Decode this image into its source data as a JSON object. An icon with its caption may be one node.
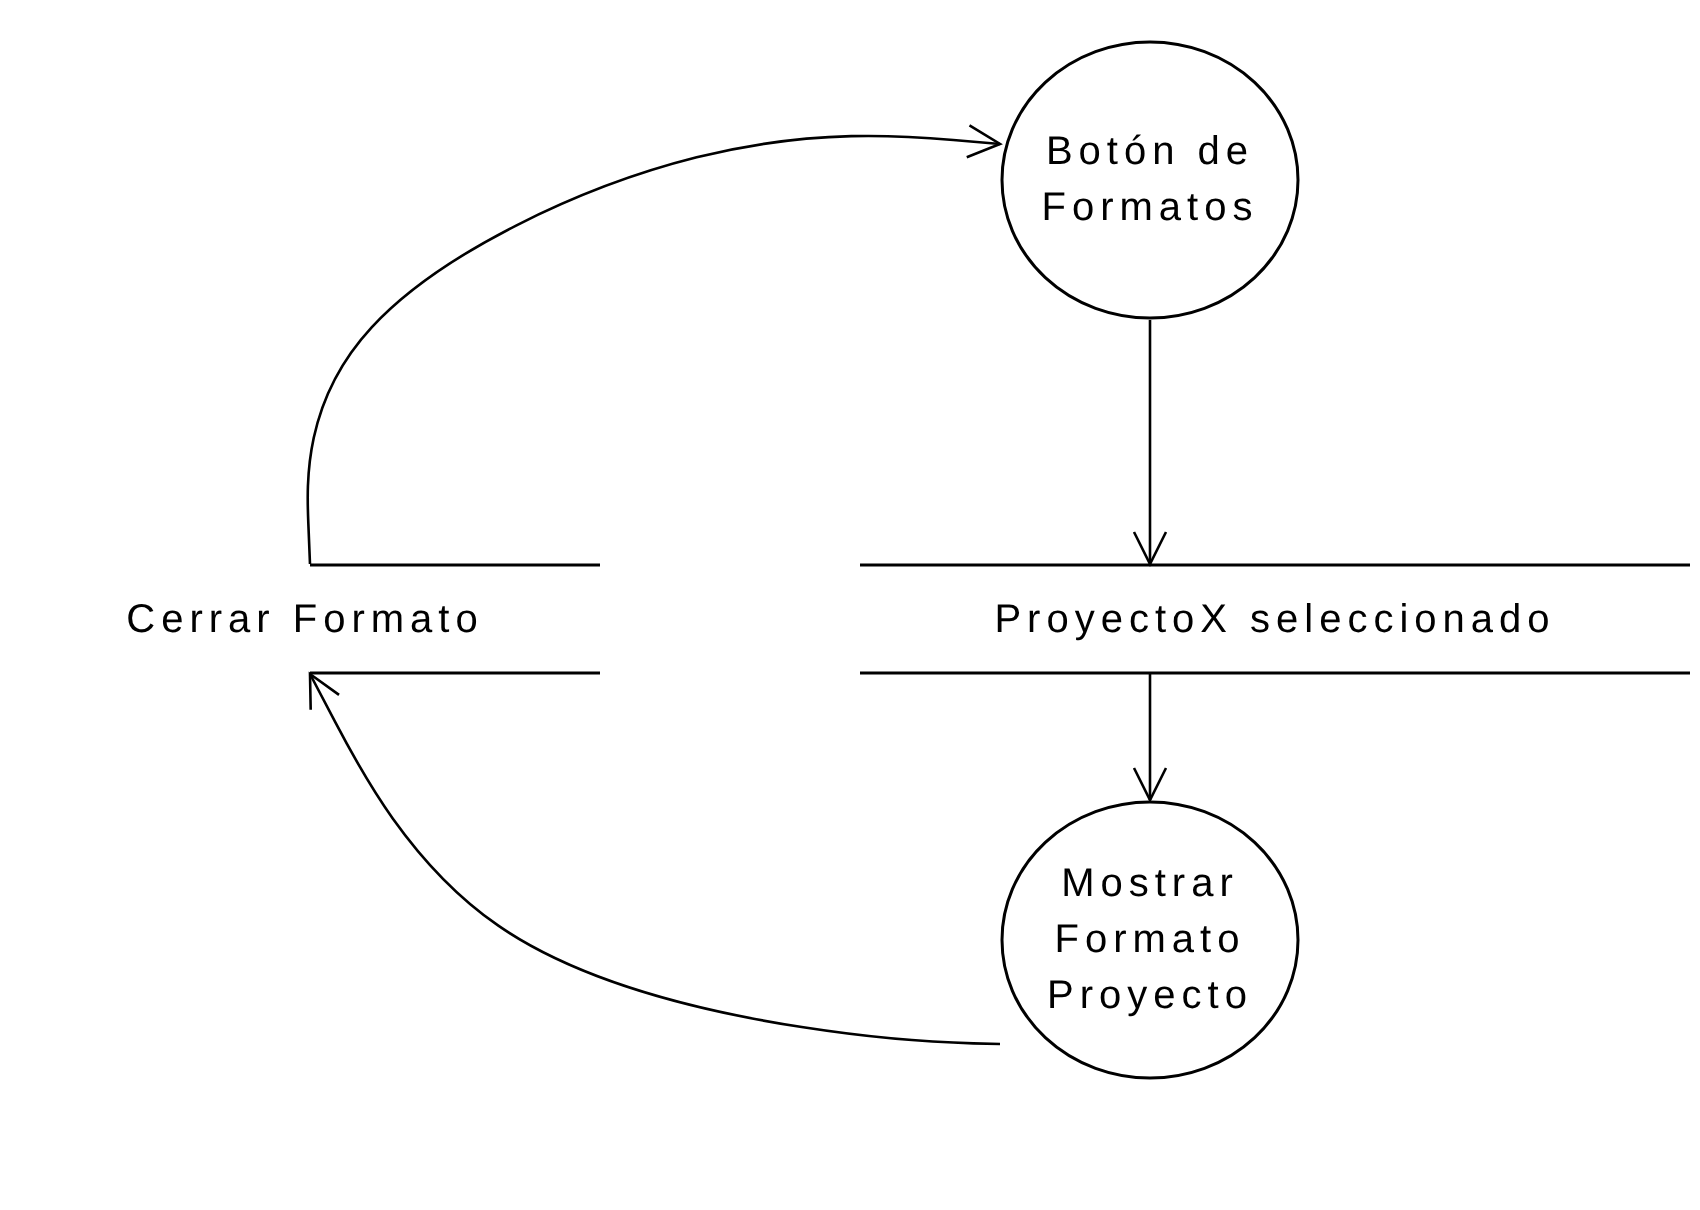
{
  "diagram": {
    "nodes": [
      {
        "text": [
          "Botón de Formatos"
        ]
      },
      {
        "text": [
          "Cerrar Formato"
        ]
      },
      {
        "text": [
          "ProyectoX seleccionado"
        ]
      },
      {
        "text": [
          "Mostrar Formato Proyecto"
        ]
      }
    ],
    "edges": [
      {
        "from": 0,
        "to": 2,
        "arrow": "to"
      },
      {
        "from": 2,
        "to": 3,
        "arrow": "to"
      },
      {
        "from": 3,
        "to": 1,
        "arrow": "to"
      },
      {
        "from": 1,
        "to": 0,
        "arrow": "to"
      }
    ]
  }
}
